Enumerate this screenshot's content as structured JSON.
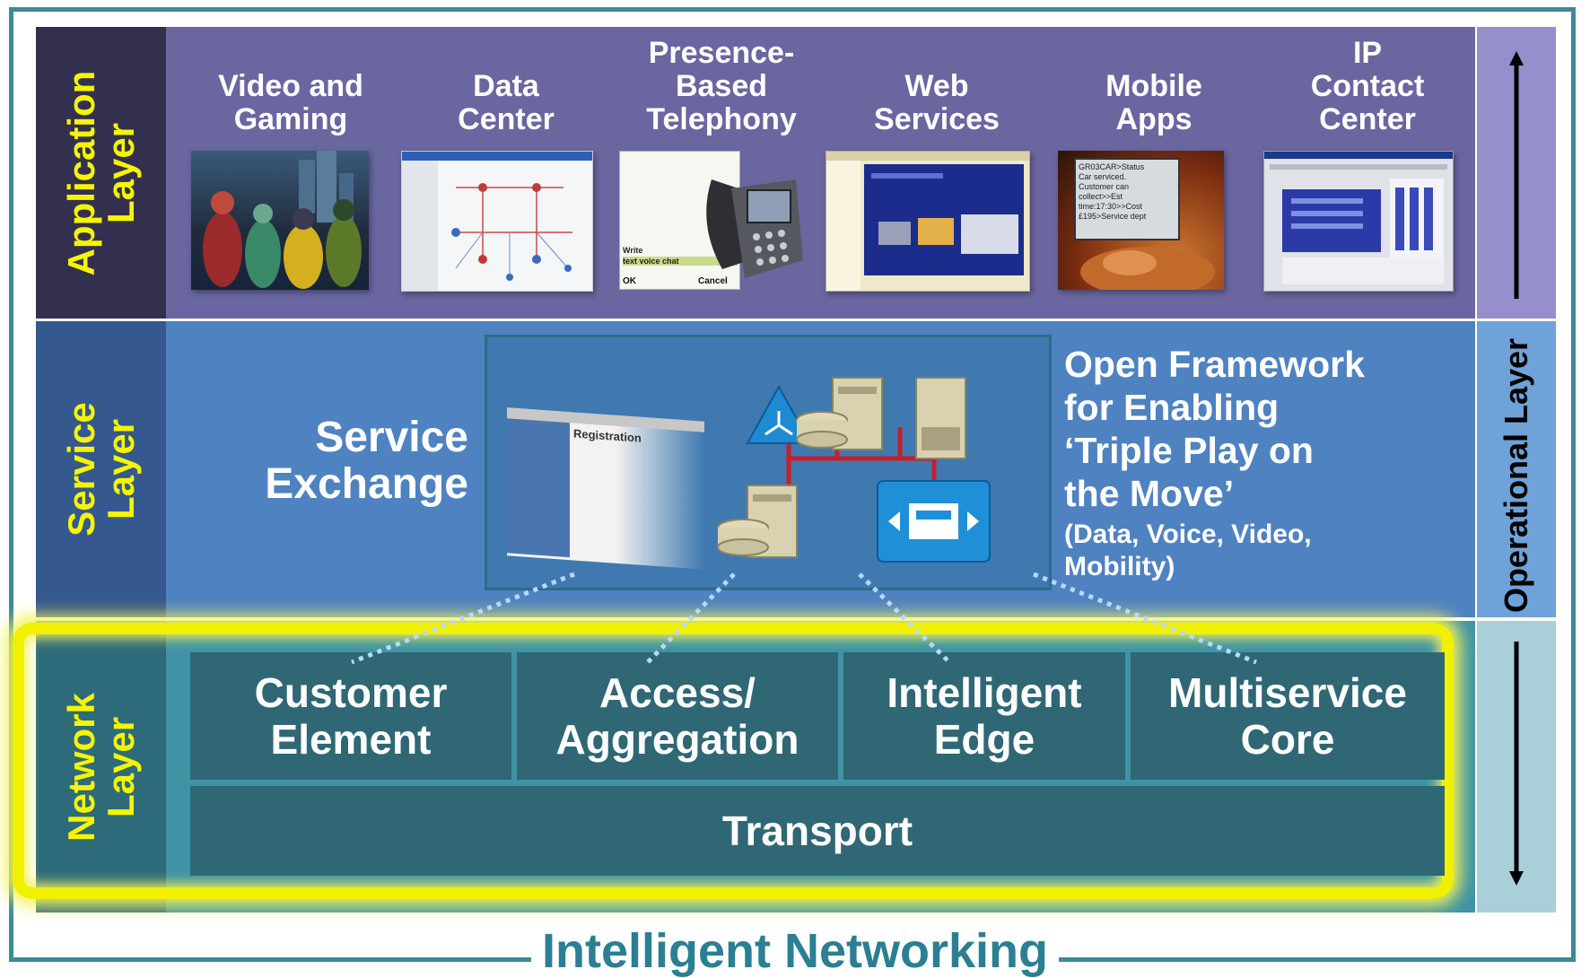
{
  "caption": "Intelligent Networking",
  "layers": {
    "application": [
      "Application",
      "Layer"
    ],
    "service": [
      "Service",
      "Layer"
    ],
    "network": [
      "Network",
      "Layer"
    ]
  },
  "operational": "Operational Layer",
  "apps": [
    {
      "label": [
        "Video and",
        "Gaming"
      ]
    },
    {
      "label": [
        "Data",
        "Center"
      ]
    },
    {
      "label": [
        "Presence-",
        "Based",
        "Telephony"
      ]
    },
    {
      "label": [
        "Web",
        "Services"
      ]
    },
    {
      "label": [
        "Mobile",
        "Apps"
      ]
    },
    {
      "label": [
        "IP",
        "Contact",
        "Center"
      ]
    }
  ],
  "service_exchange": [
    "Service",
    "Exchange"
  ],
  "open_framework": {
    "lines": [
      "Open Framework",
      "for Enabling",
      "‘Triple Play on",
      "the Move’"
    ],
    "sub": [
      "(Data, Voice, Video,",
      "Mobility)"
    ]
  },
  "network": {
    "cells": [
      [
        "Customer",
        "Element"
      ],
      [
        "Access/",
        "Aggregation"
      ],
      [
        "Intelligent",
        "Edge"
      ],
      [
        "Multiservice",
        "Core"
      ]
    ],
    "transport": "Transport"
  },
  "screen_text": {
    "registration": "Registration",
    "phone_write": "Write",
    "phone_chat": "text voice chat",
    "phone_ok": "OK",
    "phone_cancel": "Cancel",
    "mobile_lines": [
      "GR03CAR>Status",
      "Car serviced.",
      "Customer can",
      "collect>>Est",
      "time:17:30>>Cost",
      "£195>Service dept"
    ]
  },
  "colors": {
    "application_band": "#6a66a0",
    "service_band": "#4f82c0",
    "network_band": "#3f93a5",
    "layer_label_text": "#f5f500",
    "highlight": "#f0f000",
    "caption": "#2b7f93"
  }
}
